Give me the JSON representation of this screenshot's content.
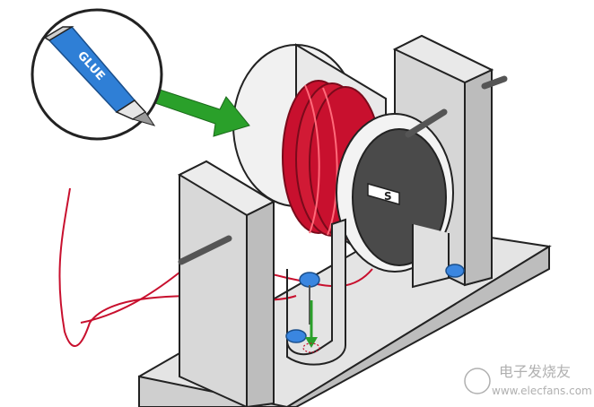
{
  "glue_label": "GLUE",
  "magnet_pole_label": "S",
  "watermark": {
    "chinese": "电子发烧友",
    "url": "www.elecfans.com"
  },
  "colors": {
    "coil": "#c8102e",
    "arrow": "#2aa02a",
    "tube": "#2f7fd6",
    "base": "#d9d9d9",
    "disc": "#4a4a4a",
    "pin": "#3a86e0"
  }
}
